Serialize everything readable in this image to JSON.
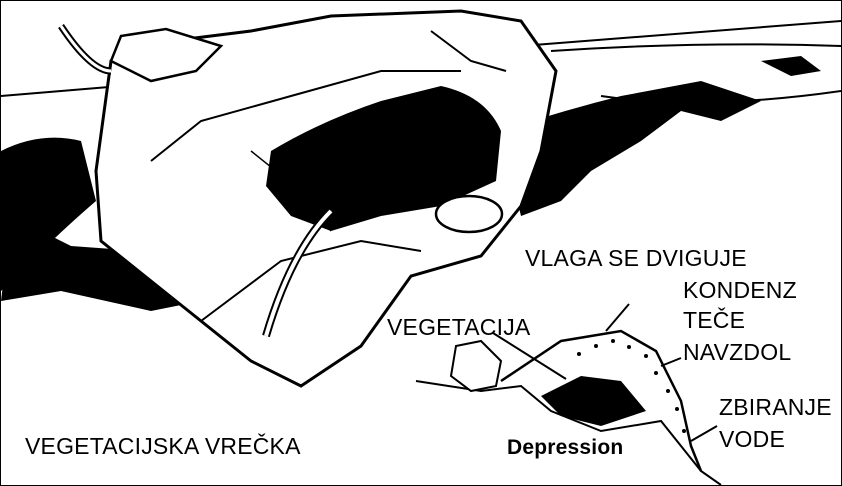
{
  "labels": {
    "vegetation_bag": "VEGETACIJSKA VREČKA",
    "moisture_rises": "VLAGA SE DVIGUJE",
    "condensation_line1": "KONDENZ",
    "condensation_line2": "TEČE",
    "condensation_line3": "NAVZDOL",
    "vegetation": "VEGETACIJA",
    "water_collection_line1": "ZBIRANJE",
    "water_collection_line2": "VODE",
    "depression": "Depression"
  }
}
